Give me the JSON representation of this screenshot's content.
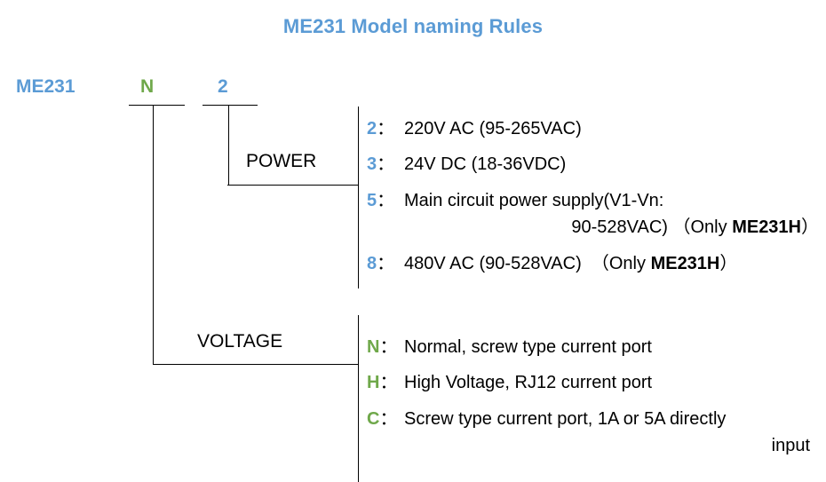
{
  "title": "ME231 Model naming Rules",
  "colors": {
    "blue": "#5B9BD5",
    "green": "#6FA84A",
    "text": "#000000"
  },
  "model_code": {
    "base": "ME231",
    "voltage_token": "N",
    "power_token": "2"
  },
  "categories": {
    "power": "POWER",
    "voltage": "VOLTAGE"
  },
  "power_options": [
    {
      "key": "2",
      "colon": "：",
      "text": "220V AC (95-265VAC)",
      "continuation": "",
      "note": "",
      "model": ""
    },
    {
      "key": "3",
      "colon": "：",
      "text": "24V DC (18-36VDC)",
      "continuation": "",
      "note": "",
      "model": ""
    },
    {
      "key": "5",
      "colon": "：",
      "text": "Main circuit power supply(V1-Vn:",
      "continuation": "90-528VAC)",
      "note_open": "（Only ",
      "model": "ME231H",
      "note_close": "）"
    },
    {
      "key": "8",
      "colon": "：",
      "text": "480V AC (90-528VAC)",
      "continuation": "",
      "note_open": "（Only ",
      "model": "ME231H",
      "note_close": "）"
    }
  ],
  "voltage_options": [
    {
      "key": "N",
      "colon": "：",
      "text": "Normal, screw type current port",
      "continuation": ""
    },
    {
      "key": "H",
      "colon": "：",
      "text": "High Voltage, RJ12 current port",
      "continuation": ""
    },
    {
      "key": "C",
      "colon": "：",
      "text": "Screw type current port, 1A or 5A directly",
      "continuation": "input"
    }
  ]
}
